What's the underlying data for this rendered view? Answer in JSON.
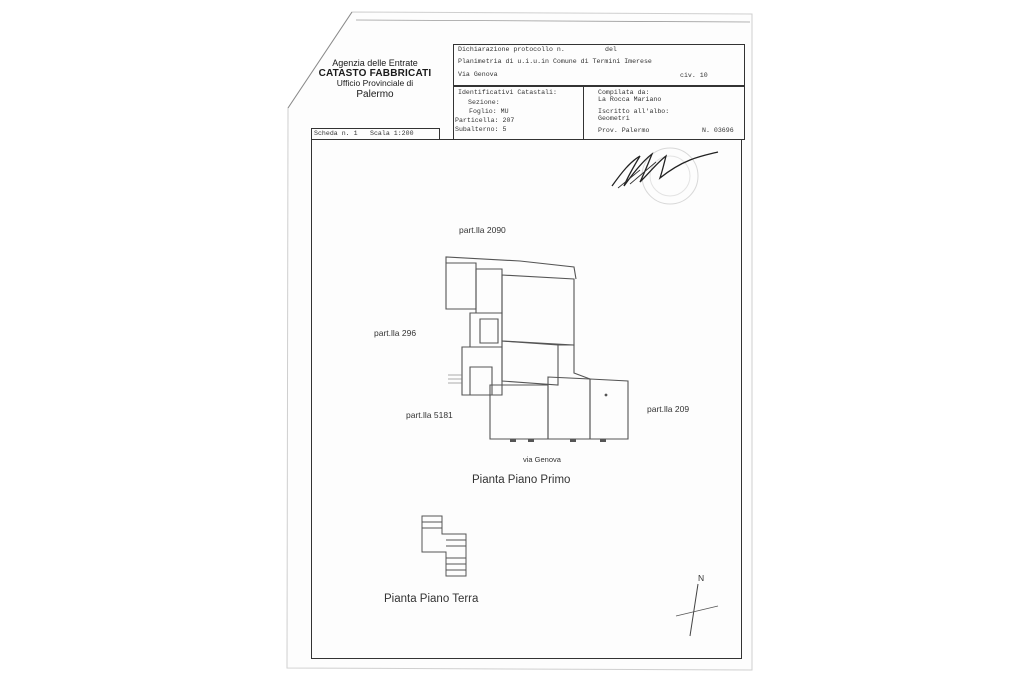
{
  "agency": {
    "line1": "Agenzia delle Entrate",
    "line2": "CATASTO FABBRICATI",
    "line3": "Ufficio Provinciale di",
    "line4": "Palermo"
  },
  "header": {
    "dichiarazione": "Dichiarazione protocollo n.",
    "del": "del",
    "planimetria": "Planimetria di u.i.u.in Comune di Termini Imerese",
    "via": "Via Genova",
    "civ": "civ. 10"
  },
  "identificativi": {
    "title": "Identificativi Catastali:",
    "sezione": "Sezione:",
    "foglio": "Foglio: MU",
    "particella": "Particella: 207",
    "subalterno": "Subalterno: 5"
  },
  "compilata": {
    "title": "Compilata da:",
    "name": "La Rocca Mariano",
    "iscritto": "Iscritto all'albo:",
    "albo": "Geometri",
    "prov": "Prov. Palermo",
    "numero": "N. 03696"
  },
  "scheda": {
    "scheda": "Scheda n. 1",
    "scala": "Scala 1:200"
  },
  "plan": {
    "p2090": "part.lla 2090",
    "p296": "part.lla 296",
    "p5181": "part.lla 5181",
    "p209": "part.lla 209",
    "street": "via Genova",
    "title_primo": "Pianta Piano Primo",
    "title_terra": "Pianta Piano Terra",
    "north": "N"
  }
}
